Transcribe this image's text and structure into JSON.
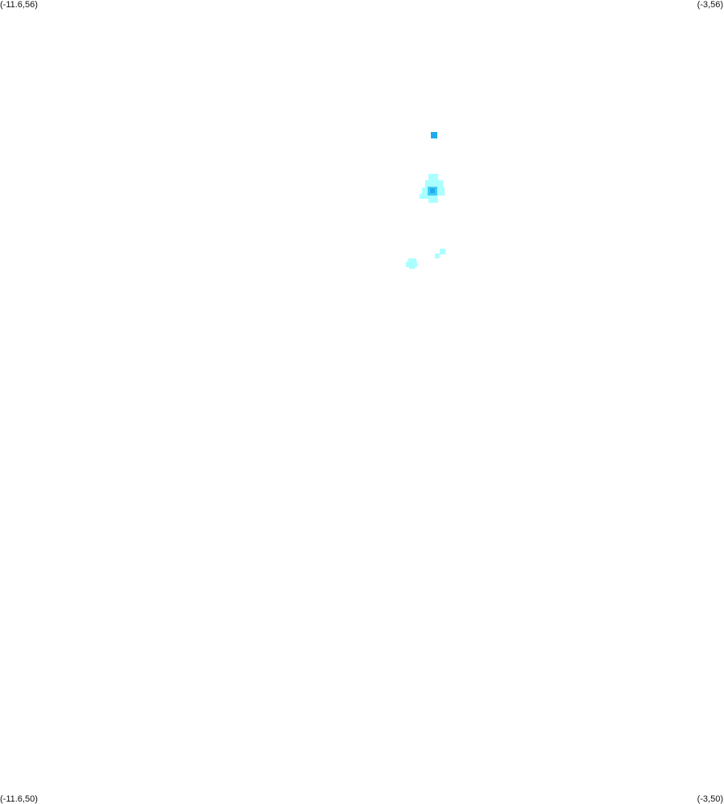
{
  "corners": {
    "top_left": "(-11.6,56)",
    "top_right": "(-3,56)",
    "bottom_left": "(-11.6,50)",
    "bottom_right": "(-3,50)"
  },
  "colors": {
    "background": "#ffffff",
    "light_cyan": "#aaffff",
    "mid_cyan": "#66e6ff",
    "deep_blue": "#22aaee"
  }
}
